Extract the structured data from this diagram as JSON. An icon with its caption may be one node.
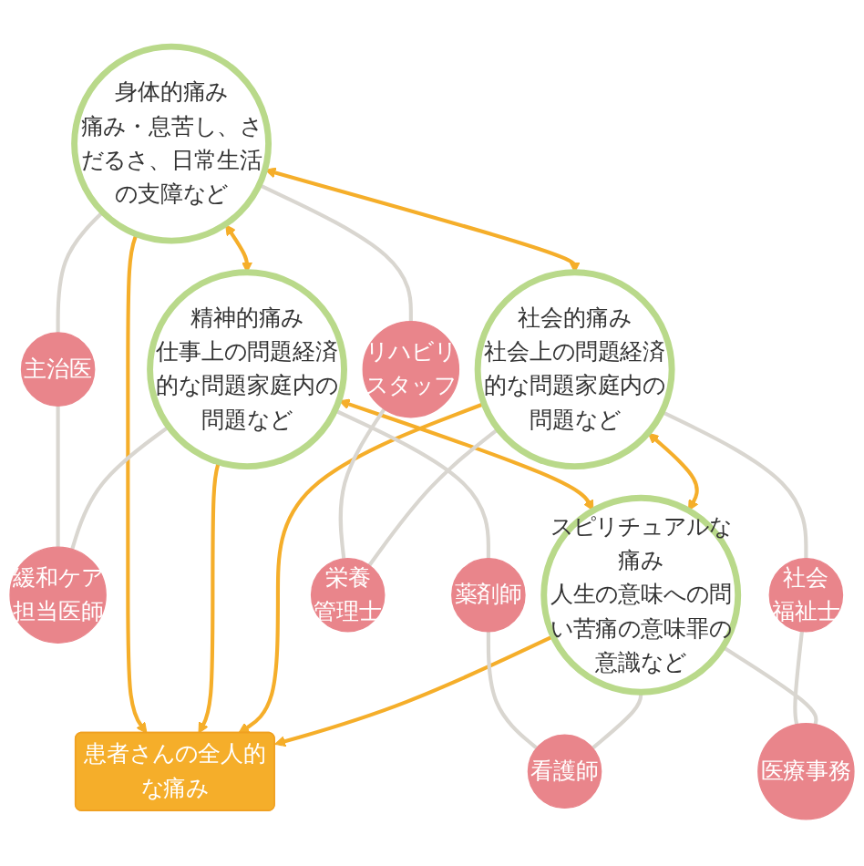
{
  "diagram": {
    "nodes": [
      {
        "text": [
          "身体的痛み",
          "痛み・息苦し、さだるさ、日常生活の支障など"
        ]
      },
      {
        "text": [
          "主治医"
        ]
      },
      {
        "text": [
          "リハビリスタッフ"
        ]
      },
      {
        "text": [
          "緩和ケア担当医師"
        ]
      },
      {
        "text": [
          "栄養管理士"
        ]
      },
      {
        "text": [
          "精神的痛み",
          "仕事上の問題経済的な問題家庭内の問題など"
        ]
      },
      {
        "text": [
          "患者さんの全人的な痛み"
        ]
      },
      {
        "text": [
          "社会的痛み",
          "社会上の問題経済的な問題家庭内の問題など"
        ]
      },
      {
        "text": [
          "薬剤師"
        ]
      },
      {
        "text": [
          "社会福祉士"
        ]
      },
      {
        "text": [
          "看護師"
        ]
      },
      {
        "text": [
          "医療事務"
        ]
      },
      {
        "text": [
          "スピリチュアルな痛み",
          "人生の意味への問い苦痛の意味罪の意識など"
        ]
      }
    ],
    "edges": [
      {
        "from": 0,
        "to": 6,
        "arrow": "to",
        "color": "#f5ae2a"
      },
      {
        "from": 5,
        "to": 6,
        "arrow": "to",
        "color": "#f5ae2a"
      },
      {
        "from": 7,
        "to": 6,
        "arrow": "to",
        "color": "#f5ae2a"
      },
      {
        "from": 12,
        "to": 6,
        "arrow": "to",
        "color": "#f5ae2a"
      },
      {
        "from": 0,
        "to": 5,
        "arrow": "both",
        "color": "#f5ae2a"
      },
      {
        "from": 0,
        "to": 7,
        "arrow": "both",
        "color": "#f5ae2a"
      },
      {
        "from": 5,
        "to": 12,
        "arrow": "both",
        "color": "#f5ae2a"
      },
      {
        "from": 7,
        "to": 12,
        "arrow": "both",
        "color": "#f5ae2a"
      },
      {
        "from": 0,
        "to": 1,
        "arrow": "none"
      },
      {
        "from": 1,
        "to": 3,
        "arrow": "none"
      },
      {
        "from": 5,
        "to": 3,
        "arrow": "none"
      },
      {
        "from": 5,
        "to": 8,
        "arrow": "none"
      },
      {
        "from": 8,
        "to": 10,
        "arrow": "none"
      },
      {
        "from": 12,
        "to": 10,
        "arrow": "none"
      },
      {
        "from": 0,
        "to": 2,
        "arrow": "none"
      },
      {
        "from": 2,
        "to": 4,
        "arrow": "none"
      },
      {
        "from": 7,
        "to": 4,
        "arrow": "none"
      },
      {
        "from": 7,
        "to": 9,
        "arrow": "none"
      },
      {
        "from": 9,
        "to": 11,
        "arrow": "none"
      },
      {
        "from": 12,
        "to": 11,
        "arrow": "none"
      }
    ]
  }
}
